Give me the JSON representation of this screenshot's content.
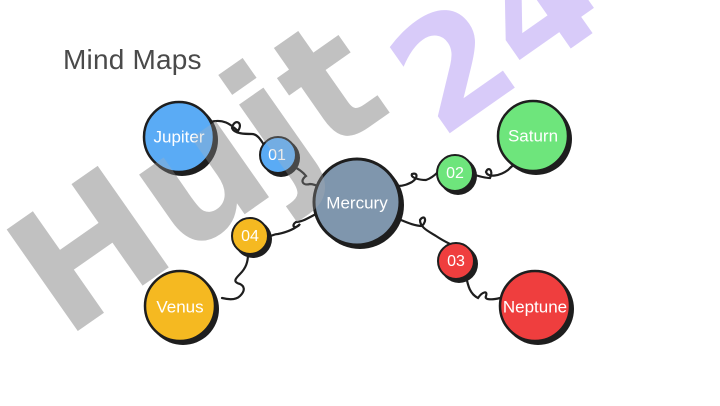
{
  "title": "Mind Maps",
  "watermark": {
    "primary": "Hujt",
    "secondary": "24",
    "primary_color": "#b5b5b5",
    "secondary_color": "#b59cf5"
  },
  "center": {
    "label": "Mercury",
    "color": "#7f96ad"
  },
  "branches": [
    {
      "number": "01",
      "label": "Jupiter",
      "color": "#5aabf5"
    },
    {
      "number": "02",
      "label": "Saturn",
      "color": "#6ee57c"
    },
    {
      "number": "03",
      "label": "Neptune",
      "color": "#ef3e3e"
    },
    {
      "number": "04",
      "label": "Venus",
      "color": "#f5b921"
    }
  ],
  "outline_color": "#1e1e1e"
}
